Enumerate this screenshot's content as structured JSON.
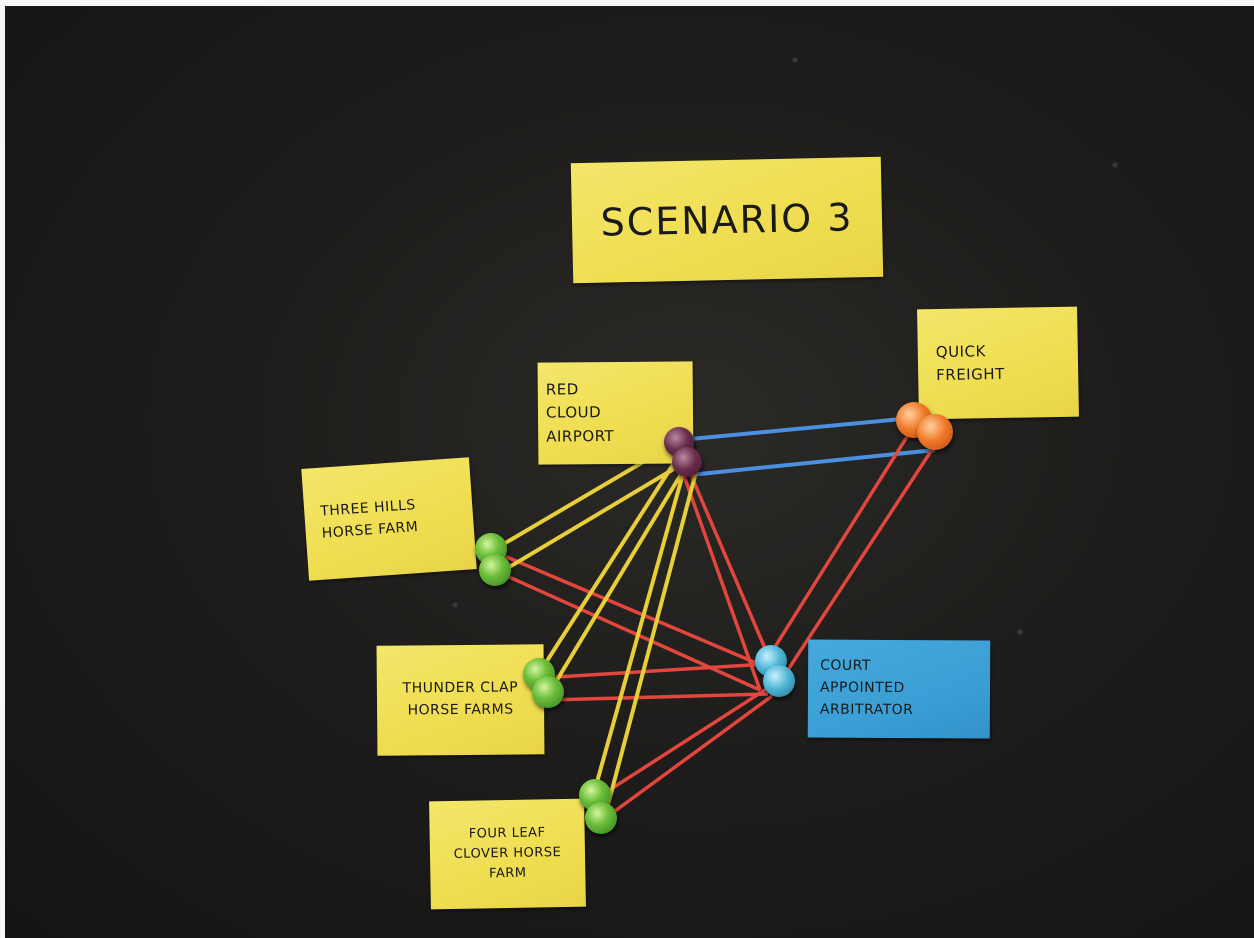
{
  "board": {
    "title_note": "SCENARIO 3",
    "notes": {
      "red_cloud": "RED\nCLOUD\nAIRPORT",
      "quick_freight": "QUICK\nFREIGHT",
      "three_hills": "THREE HILLS\nHORSE FARM",
      "thunder_clap": "THUNDER CLAP\nHORSE FARMS",
      "court": "COURT\nAPPOINTED\nARBITRATOR",
      "four_leaf": "FOUR LEAF\nCLOVER HORSE\nFARM"
    },
    "note_colors": {
      "yellow": "#f0de52",
      "blue": "#3b9fd5"
    },
    "string_colors": {
      "yellow": "#e8cf3a",
      "red": "#e2463c",
      "blue": "#4a8fe0"
    },
    "background": "#1e1d1b"
  }
}
